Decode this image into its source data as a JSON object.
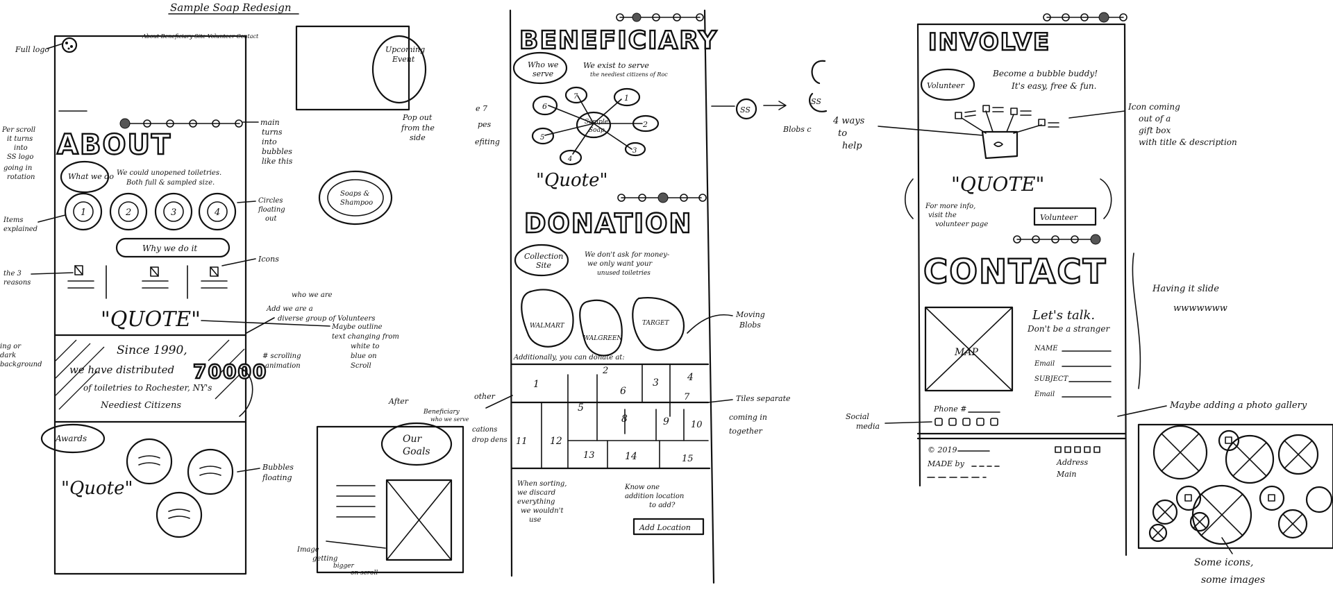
{
  "title": "Sample Soap Redesign",
  "column1": {
    "nav_text": "About Beneficiary Site Volunteer Contact",
    "heading": "ABOUT",
    "what_we_do": "What we do",
    "intro": [
      "We could unopened toiletries.",
      "Both full & sampled size."
    ],
    "circles": [
      "1",
      "2",
      "3",
      "4"
    ],
    "why_we_do_it": "Why we do it",
    "quote": "\"QUOTE\"",
    "stat_lines": [
      "Since 1990,",
      "we have distributed",
      "of toiletries to Rochester, NY's",
      "Neediest Citizens"
    ],
    "stat_number": "70000",
    "awards": "Awards",
    "quote2": "\"Quote\"",
    "popup_event": [
      "Upcoming",
      "Event"
    ],
    "soaps": [
      "Soaps &",
      "Shampoo"
    ],
    "our_goals": [
      "Our",
      "Goals"
    ]
  },
  "column1_notes": {
    "full_logo": "Full logo",
    "per_scroll": [
      "Per scroll",
      "it turns",
      "into",
      "SS logo",
      "going in",
      "rotation"
    ],
    "icons_explained": [
      "Items",
      "explained"
    ],
    "three_reasons": [
      "the 3",
      "reasons"
    ],
    "dark_bg": [
      "ing or",
      "dark",
      "background"
    ],
    "main_turns": [
      "main",
      "turns",
      "into",
      "bubbles",
      "like this"
    ],
    "pop_out": [
      "Pop out",
      "from the",
      "side"
    ],
    "circles_floating": [
      "Circles",
      "floating",
      "out"
    ],
    "icons": "Icons",
    "add_volunteers": [
      "who we are",
      "Add we are a",
      "diverse group of Volunteers"
    ],
    "maybe_outline": [
      "Maybe outline",
      "text changing from",
      "white to",
      "blue on",
      "Scroll"
    ],
    "scrolling_anim": [
      "# scrolling",
      "animation"
    ],
    "bubbles_floating": [
      "Bubbles",
      "floating"
    ],
    "after_beneficiary": [
      "After",
      "Beneficiary",
      "who we serve"
    ],
    "image_getting": [
      "Image",
      "getting",
      "bigger",
      "on scroll"
    ]
  },
  "column2": {
    "heading": "BENEFICIARY",
    "who_we_serve": [
      "Who we",
      "serve"
    ],
    "exist_text": [
      "We exist to serve",
      "the neediest citizens of Roc"
    ],
    "hub": [
      "Sample",
      "Soap"
    ],
    "spokes": [
      "1",
      "2",
      "3",
      "4",
      "5",
      "6",
      "7"
    ],
    "quote": "\"Quote\"",
    "donation": "DONATION",
    "collection_site": [
      "Collection",
      "Site"
    ],
    "no_money": [
      "We don't ask for money-",
      "we only want your",
      "unused toiletries"
    ],
    "blobs": [
      "WALMART",
      "WALGREEN",
      "TARGET"
    ],
    "additionally": "Additionally, you can donate at:",
    "tiles": [
      "1",
      "2",
      "3",
      "4",
      "5",
      "6",
      "7",
      "8",
      "9",
      "10",
      "11",
      "12",
      "13",
      "14",
      "15"
    ],
    "discard_text": [
      "When sorting,",
      "we discard",
      "everything",
      "we wouldn't",
      "use"
    ],
    "know_location": [
      "Know one",
      "addition location",
      "to add?"
    ],
    "add_location": "Add Location"
  },
  "column2_notes": {
    "left_partial": [
      "e 7",
      "pes",
      "efiting"
    ],
    "ss": "SS",
    "blobs_partial": "Blobs c",
    "moving_blobs": [
      "Moving",
      "Blobs"
    ],
    "tiles_separate": [
      "Tiles separate",
      "coming in",
      "together"
    ],
    "other": [
      "other"
    ],
    "locations": [
      "cations",
      "drop dens"
    ]
  },
  "column3": {
    "heading": "INVOLVE",
    "volunteer": "Volunteer",
    "bubble_buddy": [
      "Become a bubble buddy!",
      "It's easy, free & fun."
    ],
    "quote": "\"QUOTE\"",
    "more_info": [
      "For more info,",
      "visit the",
      "volunteer page"
    ],
    "volunteer_btn": "Volunteer",
    "contact": "CONTACT",
    "map": "MAP",
    "lets_talk": "Let's talk.",
    "dont_stranger": "Don't be a stranger",
    "form": [
      "NAME",
      "Email",
      "SUBJECT",
      "Email"
    ],
    "phone": "Phone #",
    "footer_left": [
      "© 2019",
      "MADE by"
    ],
    "footer_right": [
      "Address",
      "Main"
    ]
  },
  "column3_notes": {
    "four_ways": [
      "4 ways",
      "to",
      "help"
    ],
    "icon_gift": [
      "Icon coming",
      "out of a",
      "gift box",
      "with title & description"
    ],
    "having_slide": [
      "Having it slide",
      "wwwwwww"
    ],
    "photo_gallery": "Maybe adding a photo gallery",
    "social_media": [
      "Social",
      "media"
    ],
    "some_icons": [
      "Some icons,",
      "some images"
    ]
  }
}
